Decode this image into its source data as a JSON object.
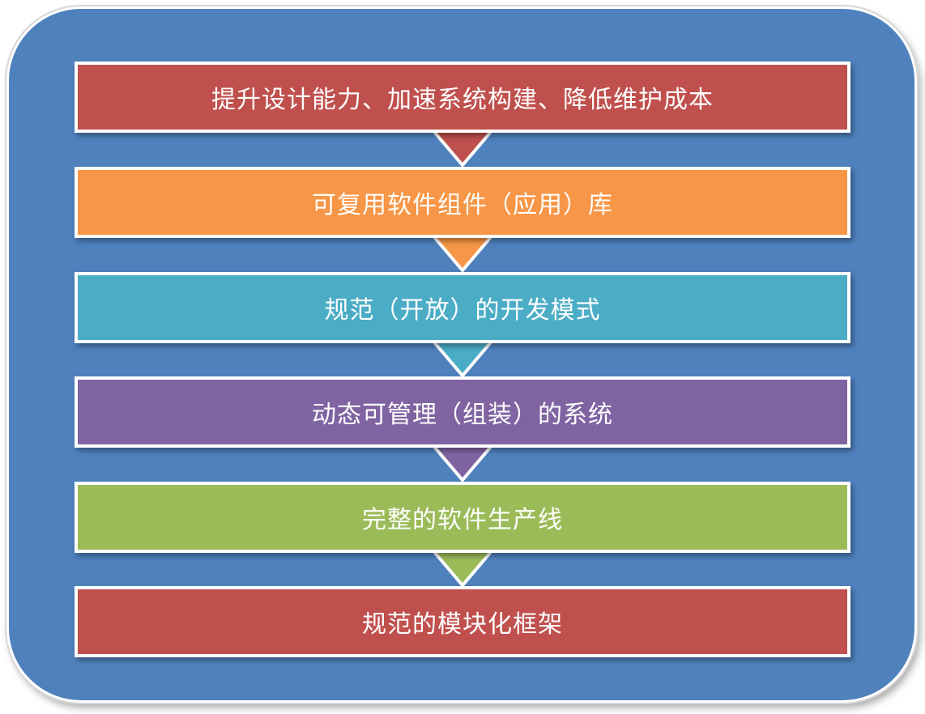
{
  "colors": {
    "panel": "#4f81bd",
    "red": "#c0504d",
    "orange": "#f79646",
    "cyan": "#4bacc6",
    "purple": "#8064a2",
    "green": "#9bbb59"
  },
  "levels": [
    {
      "label": "提升设计能力、加速系统构建、降低维护成本",
      "color": "#c0504d"
    },
    {
      "label": "可复用软件组件（应用）库",
      "color": "#f79646"
    },
    {
      "label": "规范（开放）的开发模式",
      "color": "#4bacc6"
    },
    {
      "label": "动态可管理（组装）的系统",
      "color": "#8064a2"
    },
    {
      "label": "完整的软件生产线",
      "color": "#9bbb59"
    },
    {
      "label": "规范的模块化框架",
      "color": "#c0504d"
    }
  ]
}
